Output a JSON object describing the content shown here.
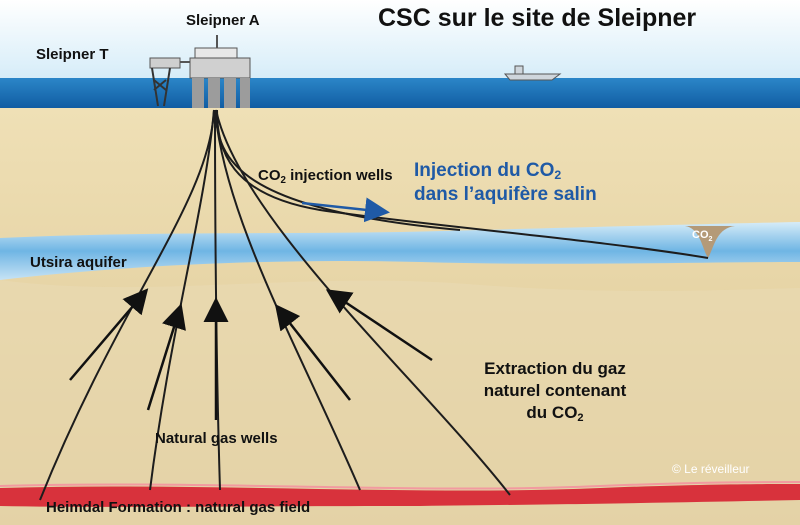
{
  "title": "CSC sur le site de Sleipner",
  "platform_a": "Sleipner A",
  "platform_t": "Sleipner T",
  "injection_wells": {
    "prefix": "CO",
    "sub": "2",
    "suffix": " injection wells"
  },
  "injection_note": {
    "line1_prefix": "Injection du CO",
    "line1_sub": "2",
    "line2": "dans l’aquifère salin"
  },
  "aquifer": "Utsira aquifer",
  "co2_plume": {
    "prefix": "CO",
    "sub": "2"
  },
  "extraction_note": {
    "line1": "Extraction du gaz",
    "line2": "naturel contenant",
    "line3_prefix": "du CO",
    "line3_sub": "2"
  },
  "natural_gas_wells": "Natural gas wells",
  "gas_field": "Heimdal Formation : natural gas field",
  "credit": "© Le réveilleur",
  "colors": {
    "sky": "#e6f4fb",
    "sea": "#1b6fb6",
    "sand": "#e3cf9f",
    "aquifer": "#7bbde6",
    "gas_layer": "#d8323c",
    "accent": "#1f5aa6"
  }
}
